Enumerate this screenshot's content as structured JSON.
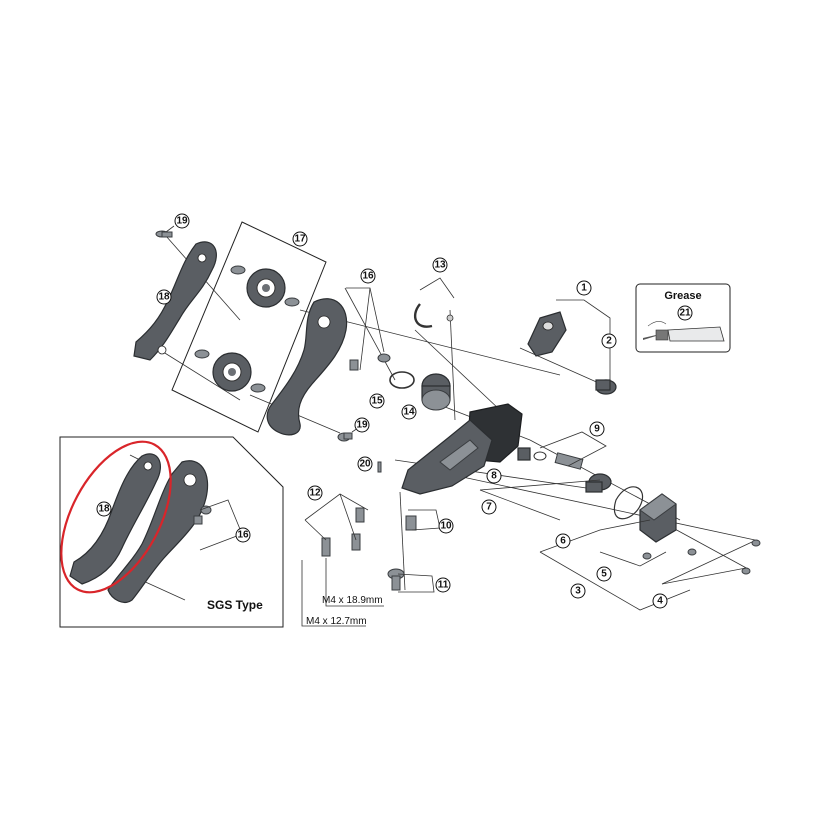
{
  "callouts": [
    "1",
    "2",
    "3",
    "4",
    "5",
    "6",
    "7",
    "8",
    "9",
    "10",
    "11",
    "12",
    "13",
    "14",
    "15",
    "16",
    "16",
    "17",
    "18",
    "18",
    "19",
    "19",
    "20",
    "21"
  ],
  "labels": {
    "grease": "Grease",
    "sgs_type": "SGS Type",
    "bolt_long": "M4 x 18.9mm",
    "bolt_short": "M4 x 12.7mm"
  },
  "colors": {
    "highlight": "#d9252a",
    "part": "#5a5e63",
    "part_dark": "#2e3134"
  }
}
